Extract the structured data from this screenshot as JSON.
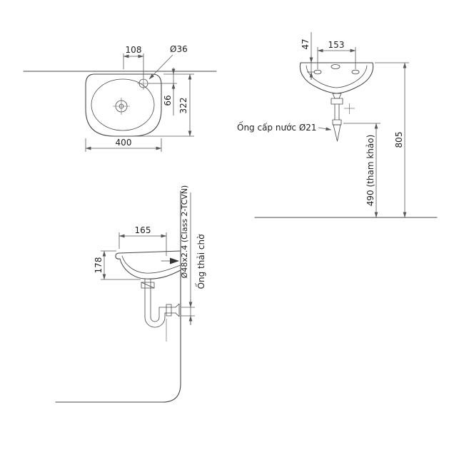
{
  "page": {
    "background": "#ffffff",
    "line_color": "#474747",
    "dimension_color": "#585858",
    "text_color": "#1f1f1f"
  },
  "top_view": {
    "dim_center_to_faucet": "108",
    "faucet_hole_label": "Ø36",
    "dim_depth": "322",
    "dim_wall_to_faucet": "66",
    "dim_width": "400"
  },
  "front_view": {
    "dim_rim_to_holes": "47",
    "dim_hole_spacing": "153",
    "supply_label": "Ống cấp nước Ø21",
    "dim_rim_height": "805",
    "dim_supply_height": "490 (tham khảo)"
  },
  "side_view": {
    "dim_rim_to_wall": "165",
    "dim_apron_height": "178",
    "drain_pipe_spec": "Ø48x2.4 (Class 2-TCVN)",
    "waste_stub_label": "Ống thải chờ"
  }
}
